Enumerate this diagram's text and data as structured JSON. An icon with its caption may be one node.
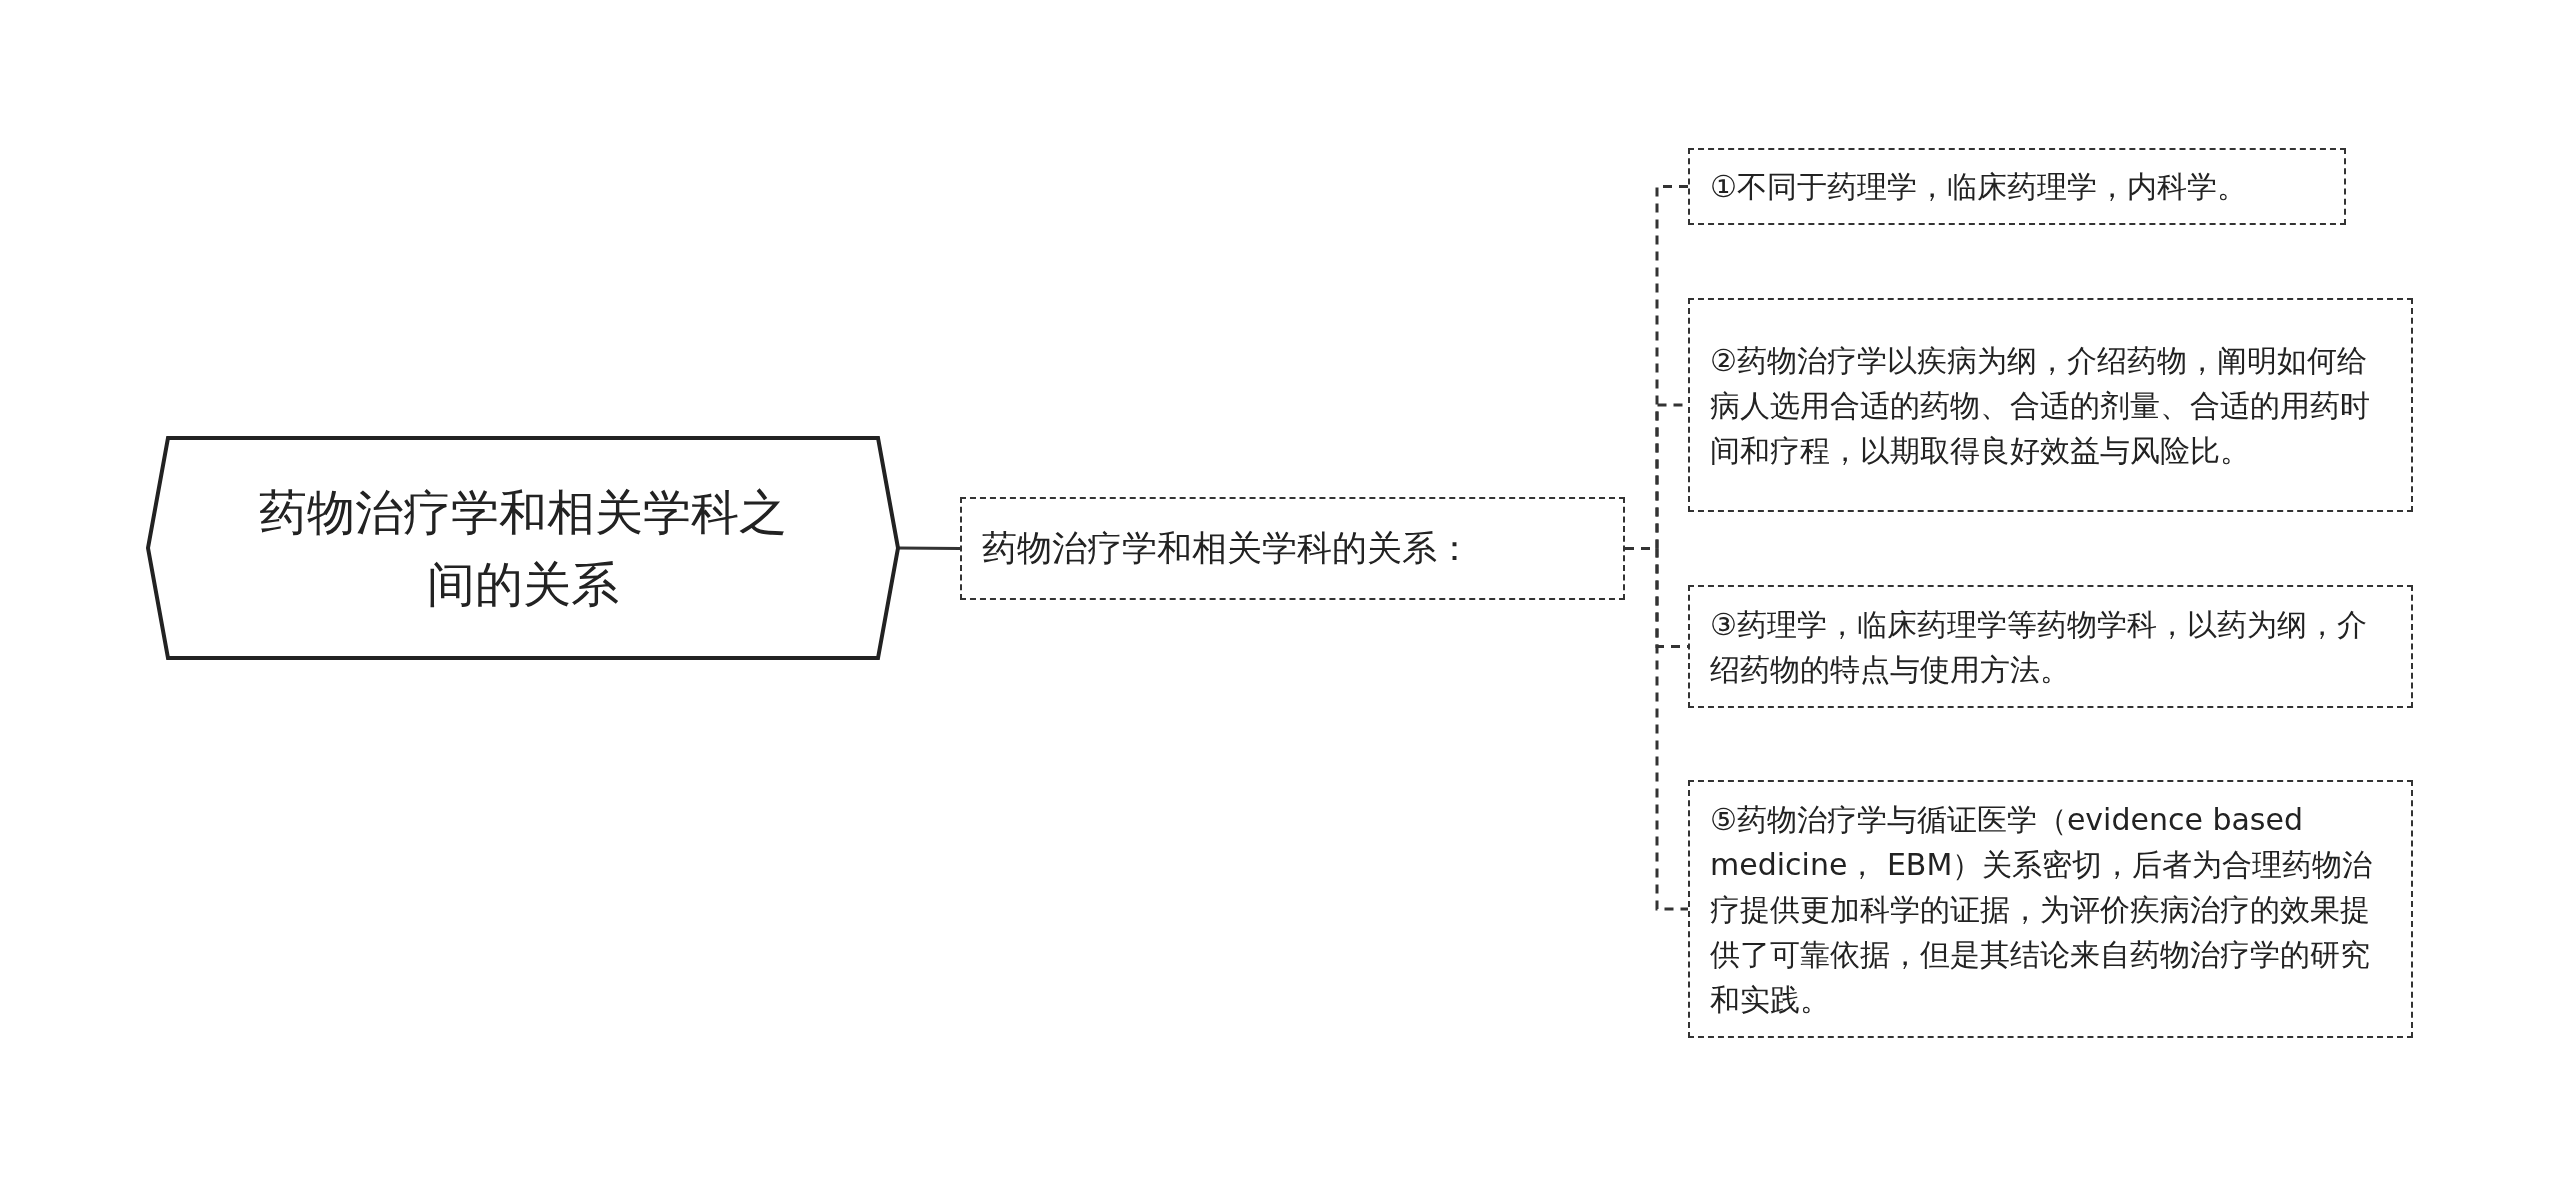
{
  "diagram": {
    "nodes": [
      {
        "text": [
          "药物治疗学和相关学科之间的关系"
        ]
      },
      {
        "text": [
          "药物治疗学和相关学科的关系："
        ]
      },
      {
        "text": [
          "①不同于药理学，临床药理学，内科学。"
        ]
      },
      {
        "text": [
          "②药物治疗学以疾病为纲，介绍药物，阐明如何给病人选用合适的药物、合适的剂量、合适的用药时间和疗程，以期取得良好效益与风险比。"
        ]
      },
      {
        "text": [
          "③药理学，临床药理学等药物学科，以药为纲，介绍药物的特点与使用方法。"
        ]
      },
      {
        "text": [
          "⑤药物治疗学与循证医学（evidence based medicine， EBM）关系密切，后者为合理药物治疗提供更加科学的证据，为评价疾病治疗的效果提供了可靠依据，但是其结论来自药物治疗学的研究和实践。"
        ]
      }
    ],
    "edges": [
      {
        "from": 0,
        "to": 1,
        "arrow": "none"
      },
      {
        "from": 1,
        "to": 2,
        "arrow": "none",
        "style": "dashed"
      },
      {
        "from": 1,
        "to": 3,
        "arrow": "none",
        "style": "dashed"
      },
      {
        "from": 1,
        "to": 4,
        "arrow": "none",
        "style": "dashed"
      },
      {
        "from": 1,
        "to": 5,
        "arrow": "none",
        "style": "dashed"
      }
    ]
  }
}
